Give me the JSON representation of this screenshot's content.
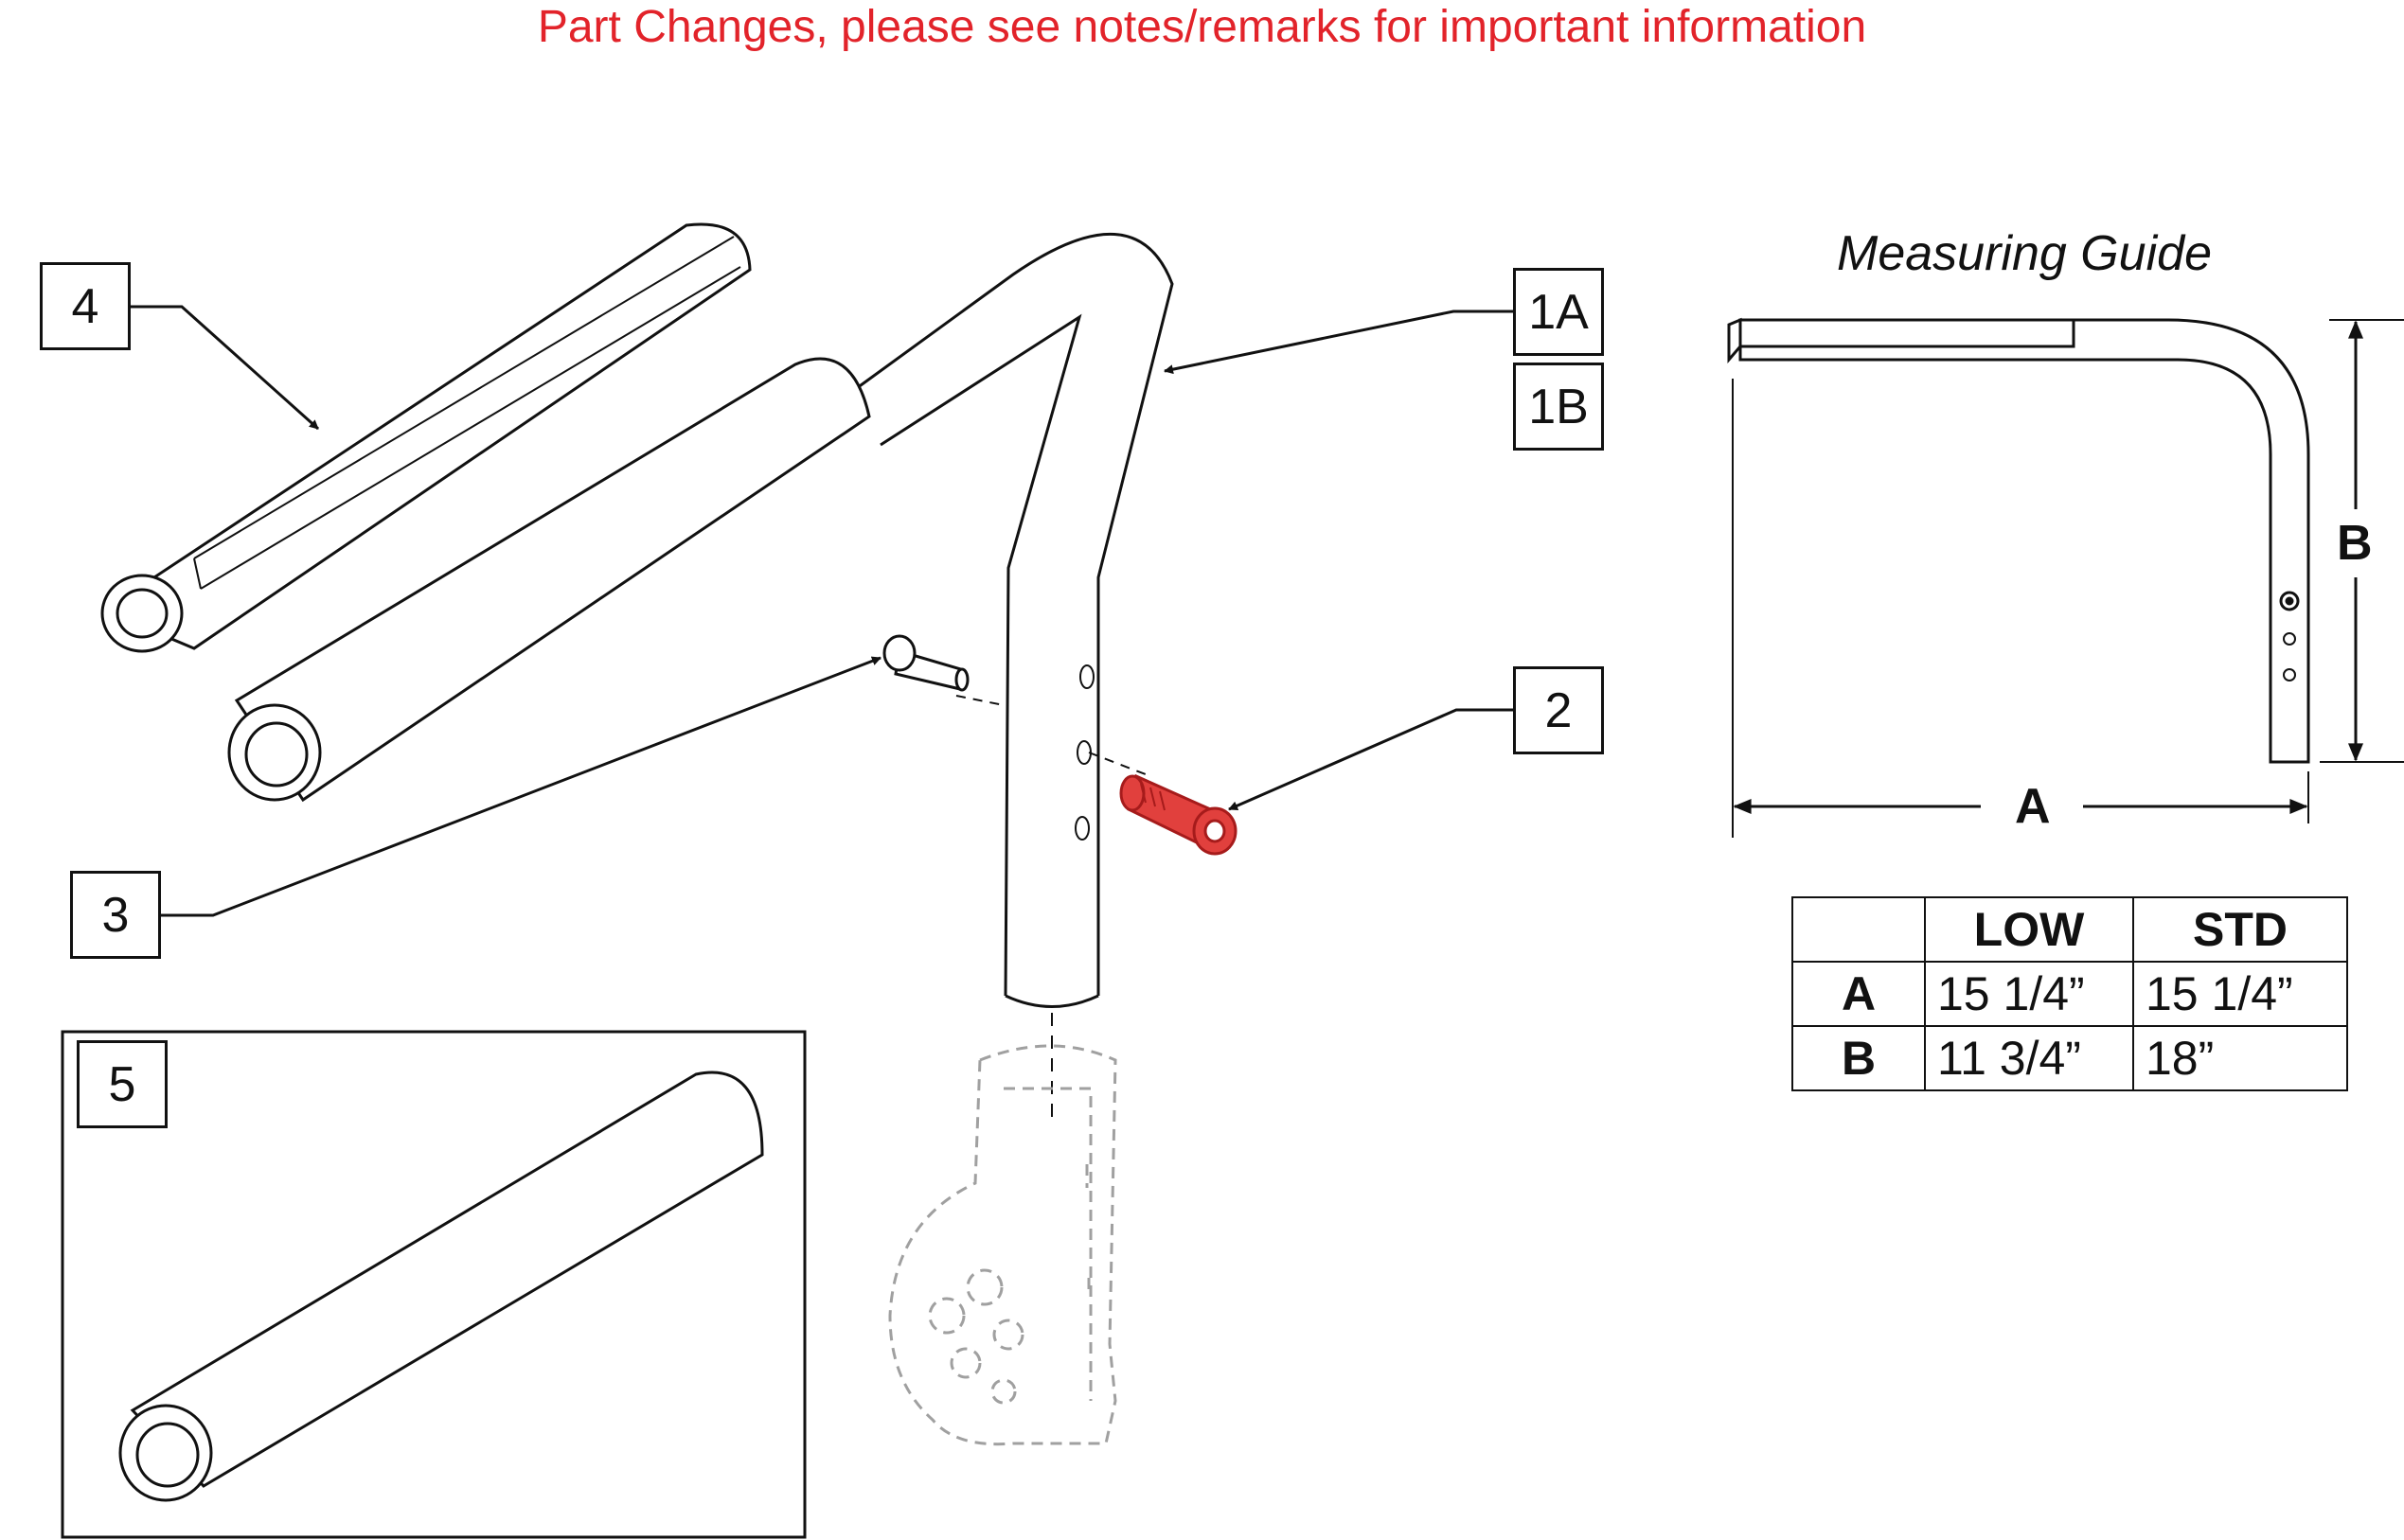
{
  "notice": "Part Changes, please see notes/remarks for important information",
  "callouts": {
    "part_4": "4",
    "part_1a": "1A",
    "part_1b": "1B",
    "part_2": "2",
    "part_3": "3",
    "part_5": "5"
  },
  "measuring_guide": {
    "title": "Measuring Guide",
    "dim_a": "A",
    "dim_b": "B"
  },
  "size_table": {
    "columns": [
      "",
      "LOW",
      "STD"
    ],
    "rows": [
      {
        "label": "A",
        "low": "15 1/4”",
        "std": "15 1/4”"
      },
      {
        "label": "B",
        "low": "11 3/4”",
        "std": "18”"
      }
    ]
  },
  "colors": {
    "notice_red": "#e2232a",
    "highlight_part_red": "#d62027",
    "phantom_gray": "#a0a0a0",
    "line_black": "#111111"
  }
}
